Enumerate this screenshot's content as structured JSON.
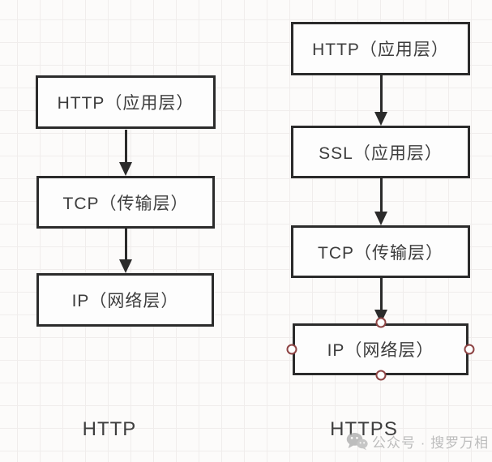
{
  "canvas": {
    "background": "#fcfbfa",
    "grid_color": "#f0edec",
    "node_border_color": "#2b2b2b",
    "node_text_color": "#3d3d3d",
    "handle_color": "#8d4343"
  },
  "left_stack": {
    "label": "HTTP",
    "boxes": [
      {
        "text": "HTTP（应用层）"
      },
      {
        "text": "TCP（传输层）"
      },
      {
        "text": "IP（网络层）"
      }
    ]
  },
  "right_stack": {
    "label": "HTTPS",
    "boxes": [
      {
        "text": "HTTP（应用层）"
      },
      {
        "text": "SSL（应用层）"
      },
      {
        "text": "TCP（传输层）"
      },
      {
        "text": "IP（网络层）",
        "selected": true
      }
    ]
  },
  "watermark": {
    "icon": "wechat-icon",
    "text": "公众号 · 搜罗万相"
  }
}
